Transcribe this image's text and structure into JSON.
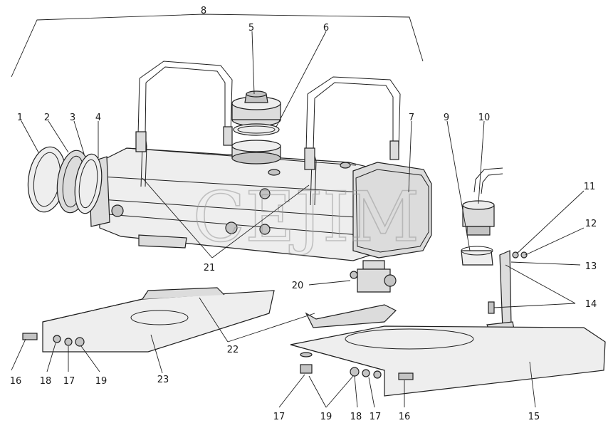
{
  "watermark": "CEJIM",
  "callouts": [
    {
      "id": "c8",
      "text": "8"
    },
    {
      "id": "c5",
      "text": "5"
    },
    {
      "id": "c6",
      "text": "6"
    },
    {
      "id": "c1",
      "text": "1"
    },
    {
      "id": "c2",
      "text": "2"
    },
    {
      "id": "c3",
      "text": "3"
    },
    {
      "id": "c4",
      "text": "4"
    },
    {
      "id": "c7",
      "text": "7"
    },
    {
      "id": "c9",
      "text": "9"
    },
    {
      "id": "c10",
      "text": "10"
    },
    {
      "id": "c11",
      "text": "11"
    },
    {
      "id": "c12",
      "text": "12"
    },
    {
      "id": "c13",
      "text": "13"
    },
    {
      "id": "c14",
      "text": "14"
    },
    {
      "id": "c20",
      "text": "20"
    },
    {
      "id": "c21",
      "text": "21"
    },
    {
      "id": "c22",
      "text": "22"
    },
    {
      "id": "c23",
      "text": "23"
    },
    {
      "id": "c16a",
      "text": "16"
    },
    {
      "id": "c18a",
      "text": "18"
    },
    {
      "id": "c17a",
      "text": "17"
    },
    {
      "id": "c19a",
      "text": "19"
    },
    {
      "id": "c15",
      "text": "15"
    },
    {
      "id": "c17b",
      "text": "17"
    },
    {
      "id": "c19b",
      "text": "19"
    },
    {
      "id": "c18b",
      "text": "18"
    },
    {
      "id": "c17c",
      "text": "17"
    },
    {
      "id": "c16b",
      "text": "16"
    }
  ]
}
